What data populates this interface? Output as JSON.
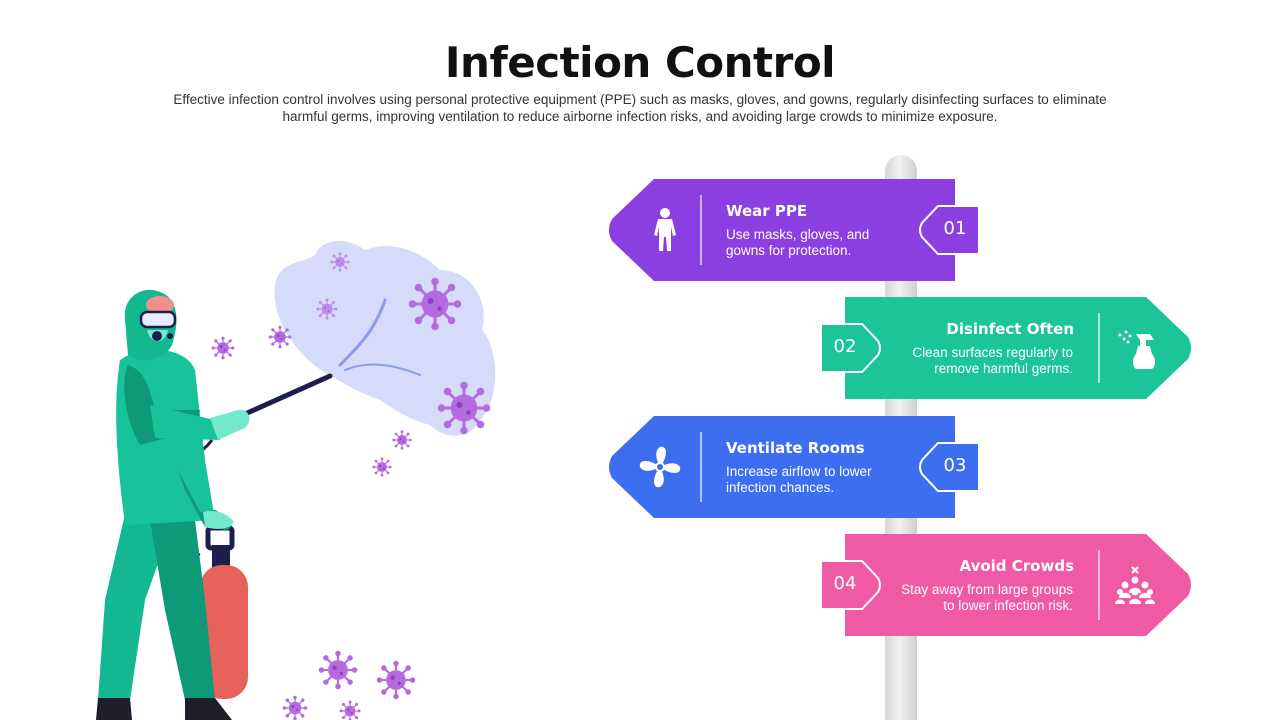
{
  "title": "Infection Control",
  "subtitle": "Effective infection control involves using personal protective equipment (PPE) such as masks, gloves, and gowns, regularly disinfecting surfaces to eliminate harmful germs, improving ventilation to reduce airborne infection risks, and avoiding large crowds to minimize exposure.",
  "colors": {
    "purple": "#8B3FE0",
    "teal": "#1CC49A",
    "blue": "#3E6EF0",
    "pink": "#F05AA4",
    "virus": "#B56BE0"
  },
  "signs": [
    {
      "number": "01",
      "title": "Wear PPE",
      "line1": "Use masks, gloves, and",
      "line2": "gowns for protection.",
      "icon": "hazmat-suit-icon"
    },
    {
      "number": "02",
      "title": "Disinfect Often",
      "line1": "Clean surfaces regularly to",
      "line2": "remove harmful germs.",
      "icon": "spray-bottle-icon"
    },
    {
      "number": "03",
      "title": "Ventilate Rooms",
      "line1": "Increase airflow to lower",
      "line2": "infection chances.",
      "icon": "fan-icon"
    },
    {
      "number": "04",
      "title": "Avoid Crowds",
      "line1": "Stay away from large groups",
      "line2": "to lower infection risk.",
      "icon": "crowd-icon"
    }
  ]
}
